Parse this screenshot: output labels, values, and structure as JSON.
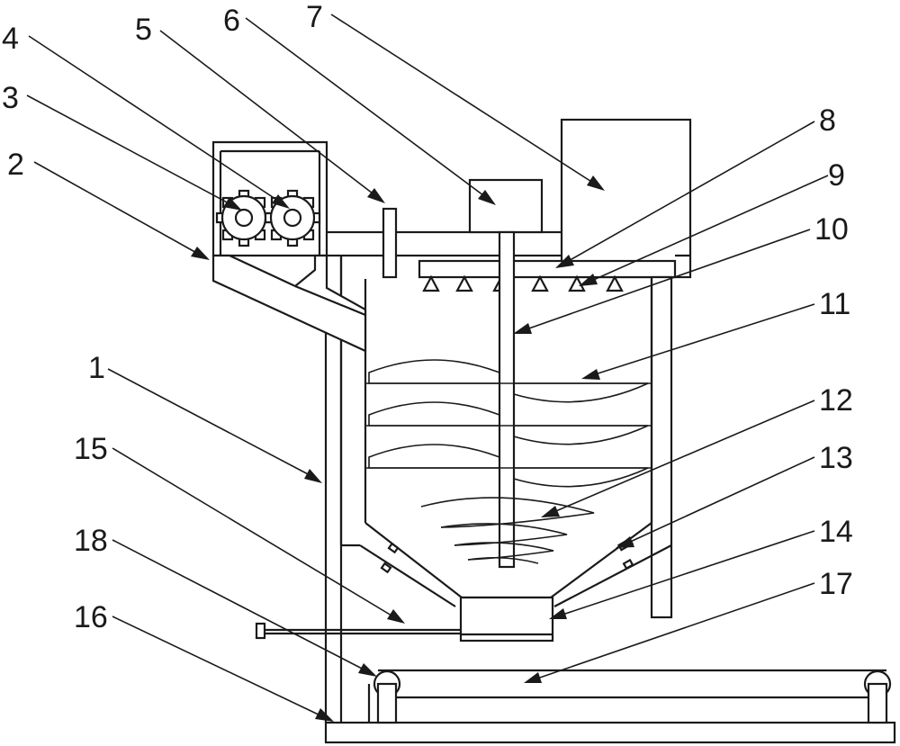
{
  "labels": {
    "l1": "1",
    "l2": "2",
    "l3": "3",
    "l4": "4",
    "l5": "5",
    "l6": "6",
    "l7": "7",
    "l8": "8",
    "l9": "9",
    "l10": "10",
    "l11": "11",
    "l12": "12",
    "l13": "13",
    "l14": "14",
    "l15": "15",
    "l16": "16",
    "l17": "17",
    "l18": "18"
  },
  "colors": {
    "line": "#1a1a1a",
    "background": "#ffffff"
  }
}
